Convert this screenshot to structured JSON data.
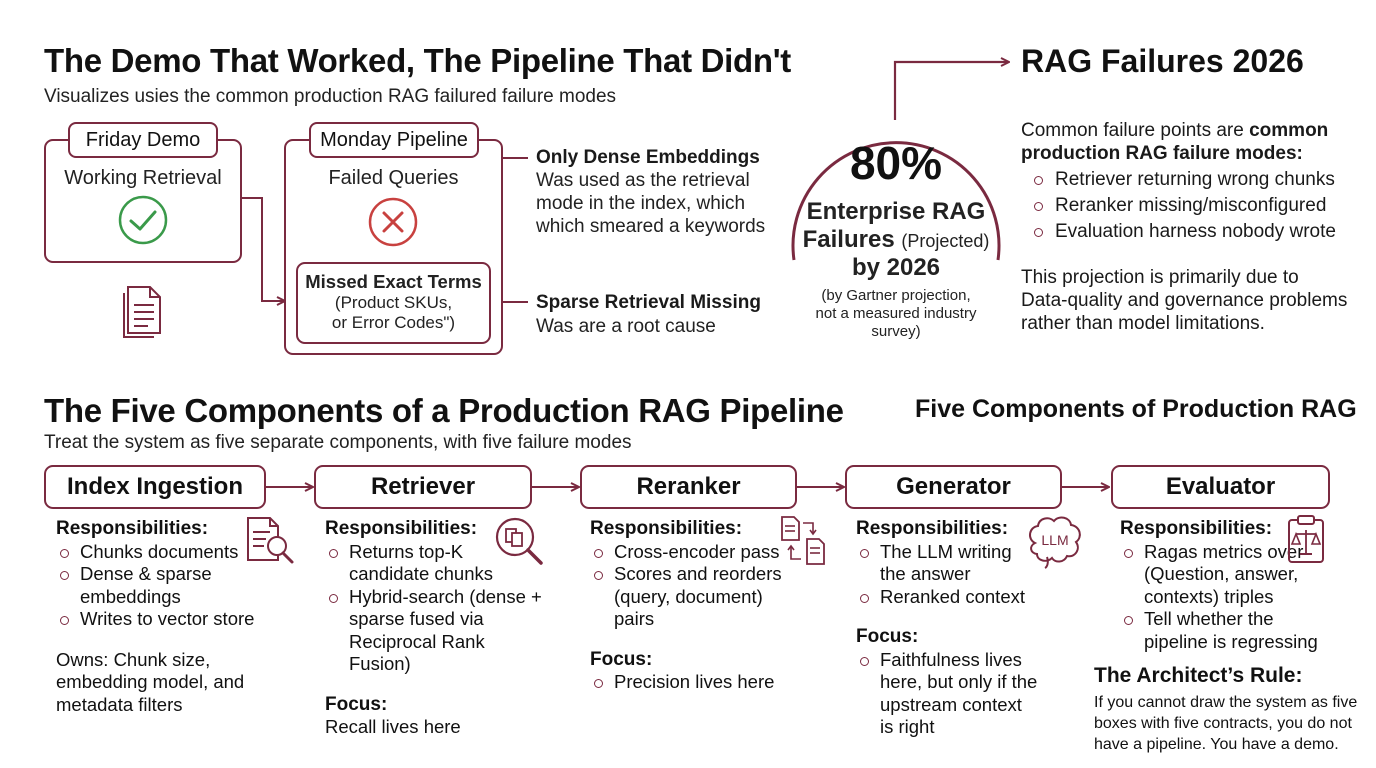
{
  "top": {
    "title": "The Demo That Worked, The Pipeline That Didn't",
    "subtitle": "Visualizes usies the common production RAG failured failure modes"
  },
  "demo": {
    "friday_label": "Friday Demo",
    "friday_text": "Working Retrieval",
    "monday_label": "Monday Pipeline",
    "monday_text": "Failed Queries",
    "missed_title": "Missed Exact Terms",
    "missed_line1": "(Product SKUs,",
    "missed_line2": "or Error Codes\")"
  },
  "notes": {
    "dense_title": "Only Dense Embeddings",
    "dense_line1": "Was used as the retrieval",
    "dense_line2": "mode in the index, which",
    "dense_line3": "which smeared a keywords",
    "sparse_title": "Sparse Retrieval Missing",
    "sparse_line1": "Was are a root cause"
  },
  "stat": {
    "header": "RAG Failures 2026",
    "percent": "80%",
    "line1": "Enterprise RAG",
    "line2_bold": "Failures",
    "line2_rest": "(Projected)",
    "line3": "by 2026",
    "foot1": "(by Gartner projection,",
    "foot2": "not a measured industry",
    "foot3": "survey)"
  },
  "right": {
    "intro_plain": "Common failure points are",
    "intro_bold1": "common",
    "intro_bold2": "production RAG failure modes:",
    "items": [
      "Retriever returning wrong chunks",
      "Reranker missing/misconfigured",
      "Evaluation harness nobody wrote"
    ],
    "proj1": "This projection is primarily due to",
    "proj2": "Data-quality and governance problems",
    "proj3": "rather than model limitations."
  },
  "section2": {
    "title": "The Five Components of a Production RAG Pipeline",
    "subtitle": "Treat the system as five separate components, with five failure modes",
    "right_title": "Five Components of Production RAG"
  },
  "components": {
    "index": {
      "name": "Index Ingestion",
      "resp": "Responsibilities:",
      "items": [
        "Chunks documents",
        "Dense & sparse embeddings",
        "Writes to vector store"
      ],
      "owns": "Owns: Chunk size, embedding model, and metadata filters"
    },
    "retriever": {
      "name": "Retriever",
      "resp": "Responsibilities:",
      "items": [
        "Returns top-K candidate chunks",
        "Hybrid-search (dense + sparse fused via Reciprocal Rank Fusion)"
      ],
      "focus_label": "Focus:",
      "focus_text": "Recall lives here"
    },
    "reranker": {
      "name": "Reranker",
      "resp": "Responsibilities:",
      "items": [
        "Cross-encoder pass",
        "Scores and reorders (query, document) pairs"
      ],
      "focus_label": "Focus:",
      "focus_items": [
        "Precision lives here"
      ]
    },
    "generator": {
      "name": "Generator",
      "resp": "Responsibilities:",
      "items": [
        "The LLM writing the answer",
        "Reranked context"
      ],
      "focus_label": "Focus:",
      "focus_items": [
        "Faithfulness lives here, but only if the upstream context is right"
      ],
      "llm_text": "LLM"
    },
    "evaluator": {
      "name": "Evaluator",
      "resp": "Responsibilities:",
      "items": [
        "Ragas metrics over (Question, answer, contexts) triples",
        "Tell whether the pipeline is regressing"
      ]
    }
  },
  "rule": {
    "title": "The Architect’s Rule:",
    "text": "If you cannot draw the system as five boxes with five contracts, you do not have a pipeline. You have a demo."
  },
  "colors": {
    "accent": "#7a2a40",
    "check": "#3a9a4a",
    "cross": "#c8413f"
  }
}
